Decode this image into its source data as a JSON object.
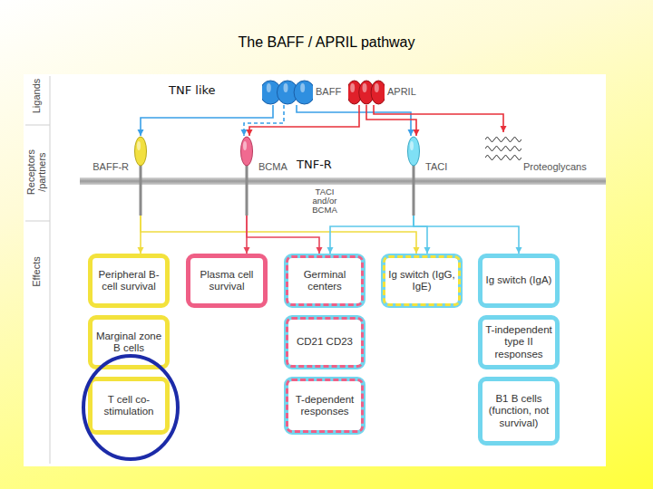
{
  "diagram": {
    "title": "The BAFF / APRIL pathway",
    "nodes": [
      {
        "text": [
          "BAFF"
        ]
      },
      {
        "text": [
          "APRIL"
        ]
      },
      {
        "text": [
          "BAFF-R"
        ]
      },
      {
        "text": [
          "BCMA"
        ]
      },
      {
        "text": [
          "TACI"
        ]
      },
      {
        "text": [
          "Proteoglycans"
        ]
      },
      {
        "text": [
          "Peripheral B-cell survival"
        ]
      },
      {
        "text": [
          "Plasma cell survival"
        ]
      },
      {
        "text": [
          "Germinal centers"
        ]
      },
      {
        "text": [
          "Ig switch (IgG, IgE)"
        ]
      },
      {
        "text": [
          "Ig switch (IgA)"
        ]
      },
      {
        "text": [
          "Marginal zone B cells"
        ]
      },
      {
        "text": [
          "CD21 CD23"
        ]
      },
      {
        "text": [
          "T-independent type II responses"
        ]
      },
      {
        "text": [
          "T cell co-stimulation"
        ]
      },
      {
        "text": [
          "T-dependent responses"
        ]
      },
      {
        "text": [
          "B1 B cells (function, not survival)"
        ]
      }
    ],
    "edges": [
      {
        "from": 0,
        "to": 2,
        "arrow": "to"
      },
      {
        "from": 0,
        "to": 3,
        "arrow": "to"
      },
      {
        "from": 0,
        "to": 4,
        "arrow": "to"
      },
      {
        "from": 1,
        "to": 3,
        "arrow": "to"
      },
      {
        "from": 1,
        "to": 4,
        "arrow": "to"
      },
      {
        "from": 1,
        "to": 5,
        "arrow": "to"
      },
      {
        "from": 2,
        "to": 6,
        "arrow": "to"
      },
      {
        "from": 2,
        "to": 9,
        "arrow": "to"
      },
      {
        "from": 3,
        "to": 7,
        "arrow": "to"
      },
      {
        "from": 3,
        "to": 8,
        "arrow": "to"
      },
      {
        "from": 4,
        "to": 8,
        "arrow": "to"
      },
      {
        "from": 4,
        "to": 9,
        "arrow": "to"
      },
      {
        "from": 4,
        "to": 10,
        "arrow": "to"
      }
    ],
    "labels": [
      "TNF like",
      "TNF-R",
      "TACI and/or BCMA",
      "Ligands",
      "Receptors /partners",
      "Effects"
    ]
  }
}
